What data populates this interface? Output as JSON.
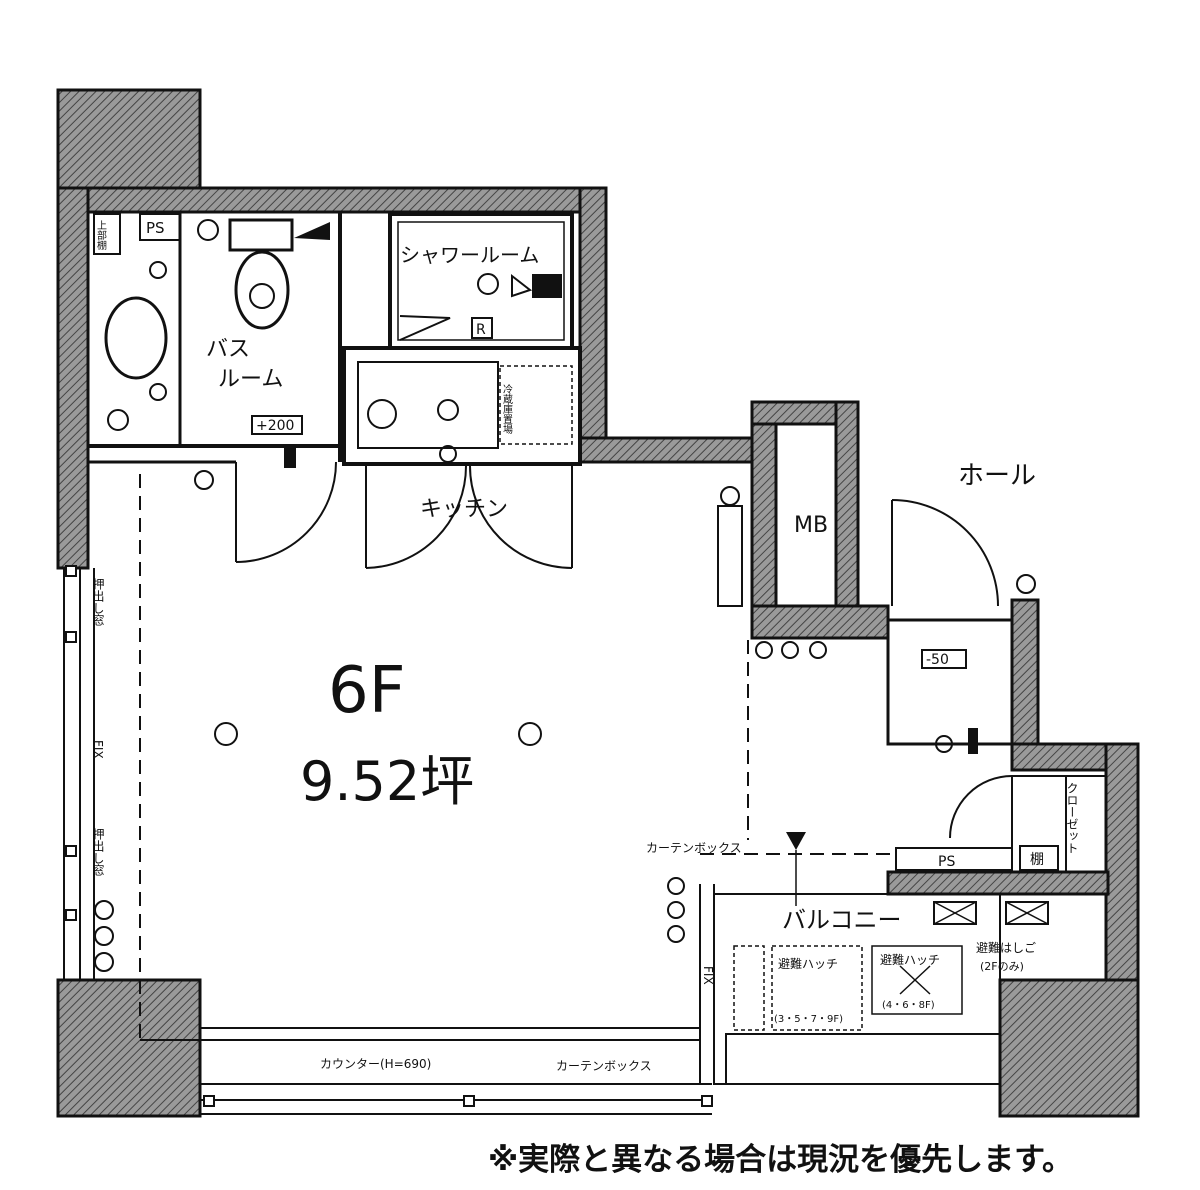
{
  "floor": "6F",
  "area": "9.52坪",
  "rooms": {
    "bath": "バスルーム",
    "bath_line1": "バス",
    "bath_line2": "ルーム",
    "shower": "シャワールーム",
    "kitchen": "キッチン",
    "hall": "ホール",
    "mb": "MB",
    "balcony": "バルコニー",
    "closet": "クローゼット"
  },
  "small_labels": {
    "ps1": "PS",
    "ps2": "PS",
    "r": "R",
    "fridge": "冷蔵庫置場",
    "plus200": "+200",
    "minus50": "-50",
    "upper_storage": "上部棚",
    "shelf": "棚",
    "fix": "FIX",
    "oshidashi1": "押出し窓",
    "oshidashi2": "押出し窓",
    "curtain_box1": "カーテンボックス",
    "curtain_box2": "カーテンボックス",
    "counter": "カウンター(H=690)",
    "hatch1": "避難ハッチ",
    "hatch1_floors": "(3・5・7・9F)",
    "hatch2": "避難ハッチ",
    "hatch2_floors": "(4・6・8F)",
    "ladder": "避難はしご",
    "ladder_floors": "(2Fのみ)",
    "fix2": "FIX"
  },
  "note": "※実際と異なる場合は現況を優先します。"
}
